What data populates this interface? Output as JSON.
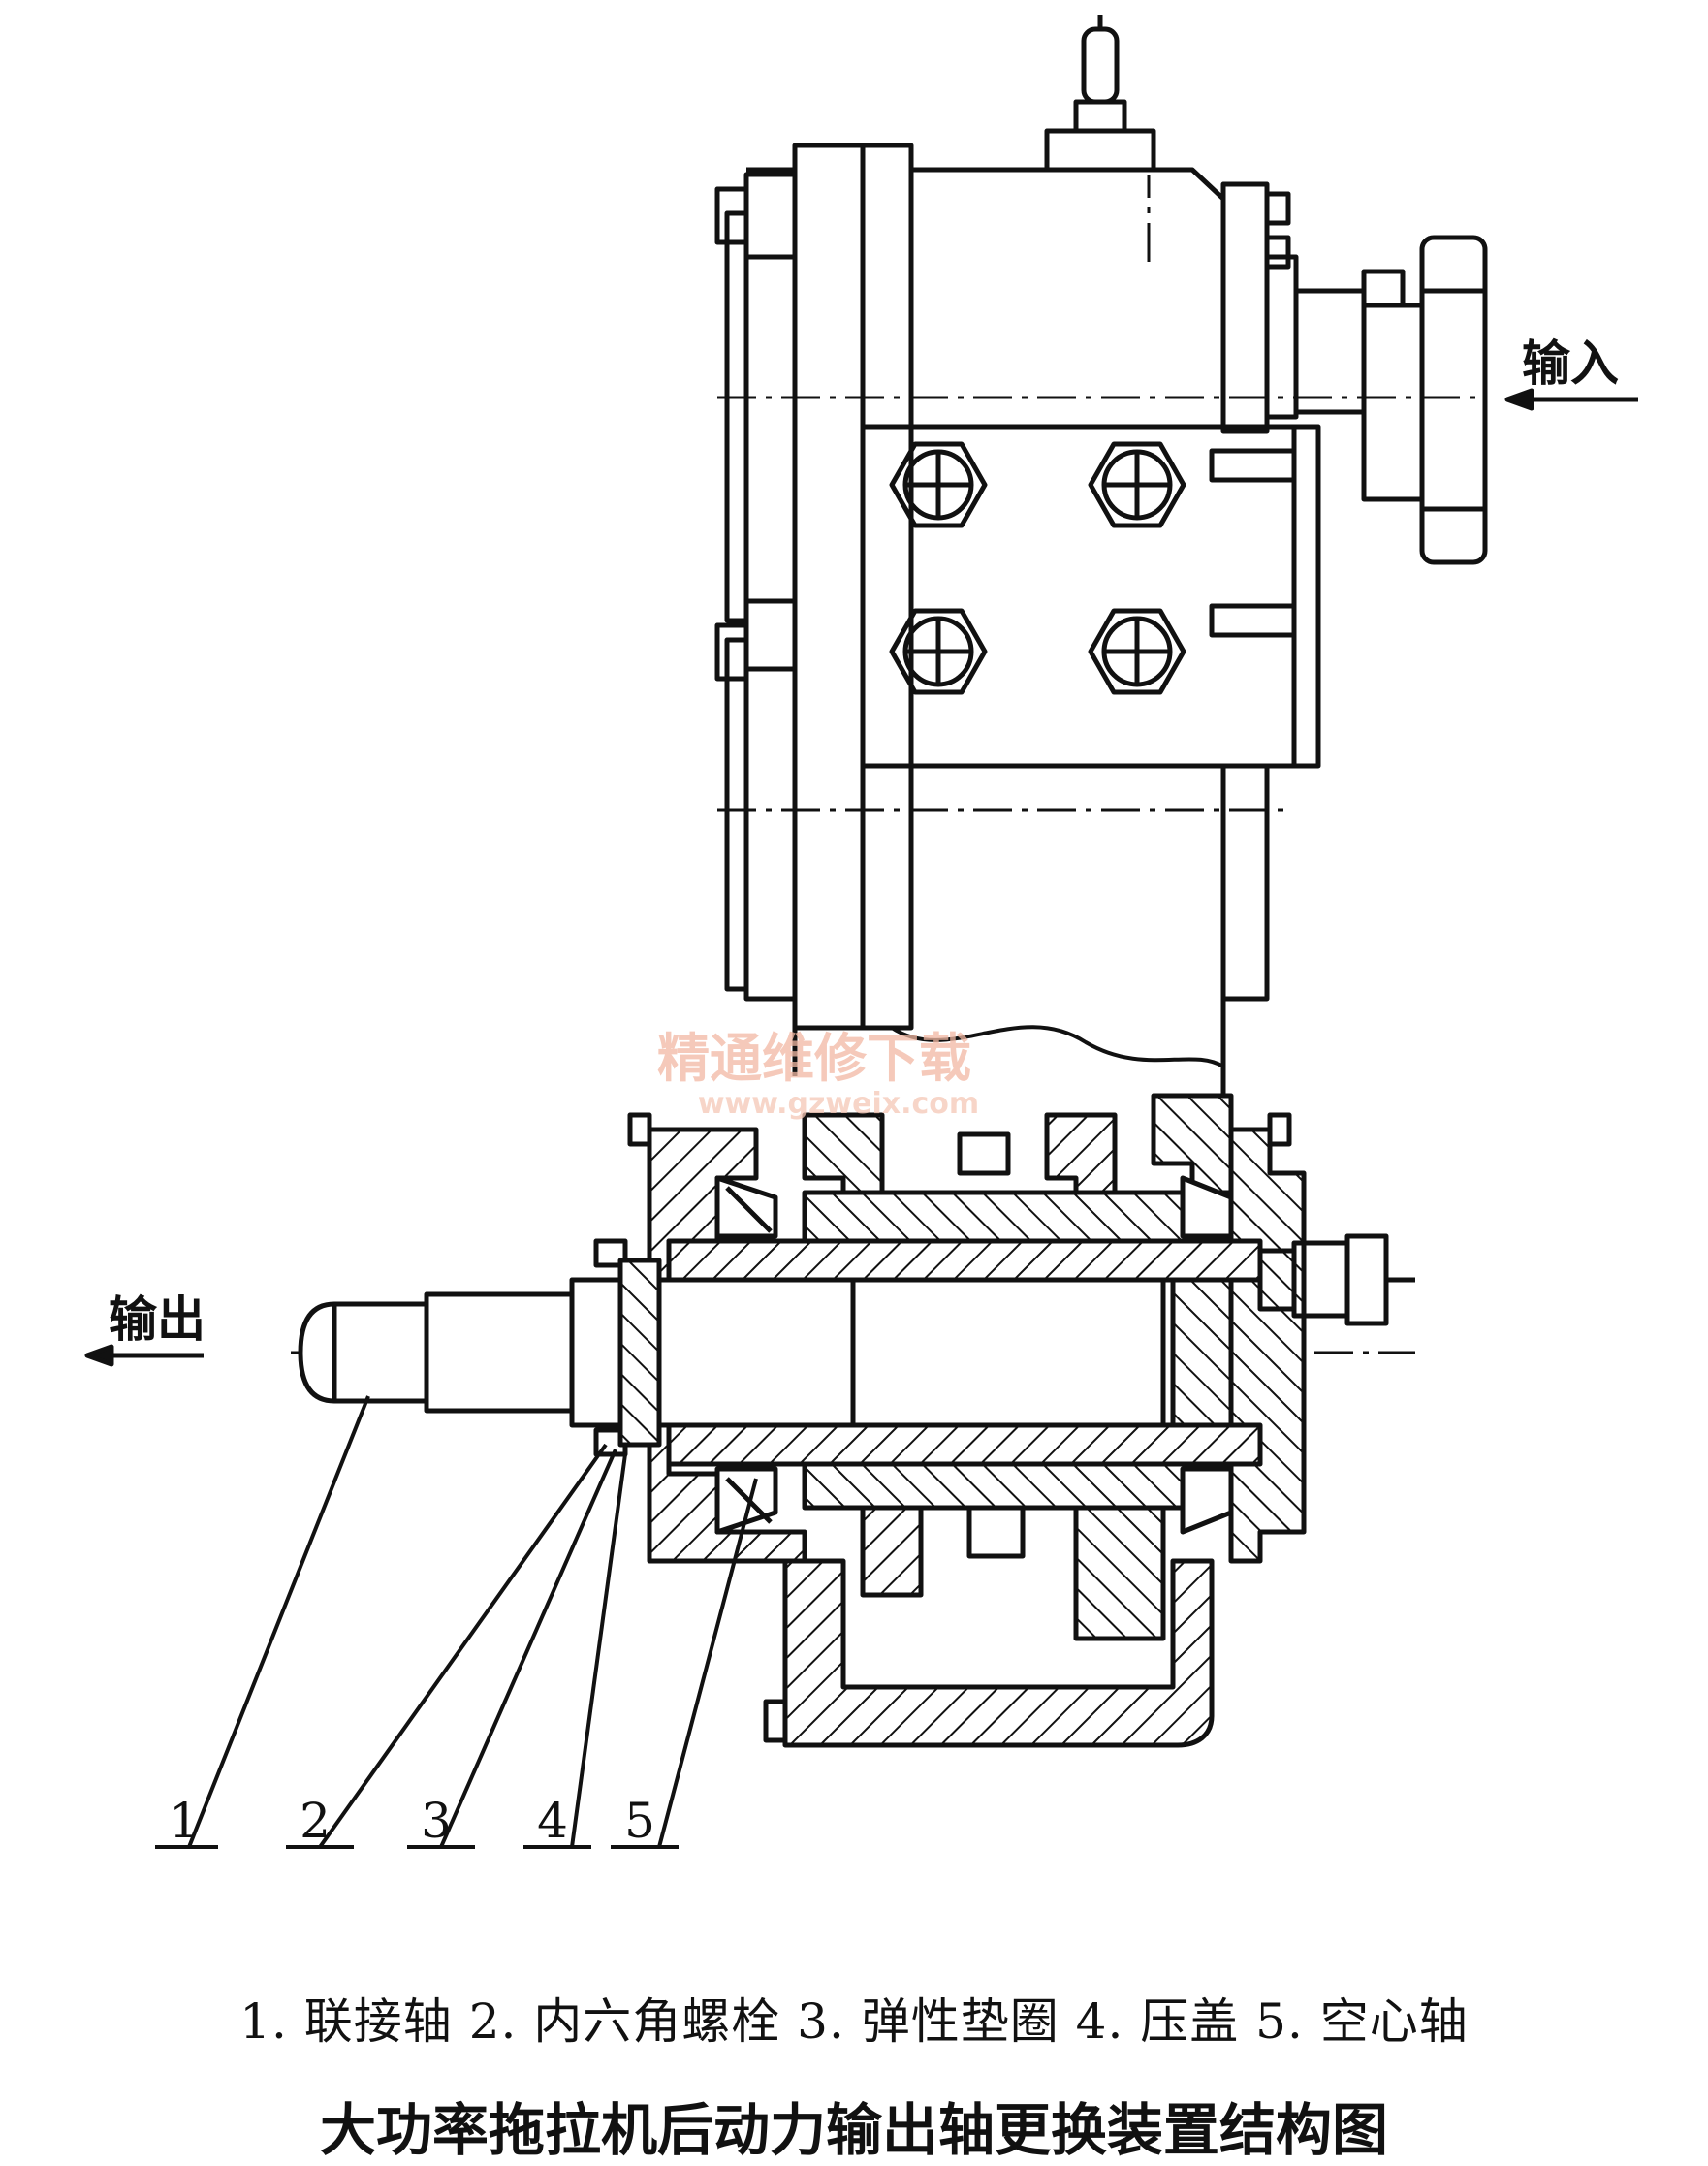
{
  "diagram": {
    "input_label": "输入",
    "output_label": "输出",
    "watermark_cn": "精通维修下载",
    "watermark_url": "www.gzweix.com",
    "callouts": [
      {
        "num": "1"
      },
      {
        "num": "2"
      },
      {
        "num": "3"
      },
      {
        "num": "4"
      },
      {
        "num": "5"
      }
    ]
  },
  "legend": "1. 联接轴 2. 内六角螺栓 3. 弹性垫圈 4. 压盖 5. 空心轴",
  "caption": "大功率拖拉机后动力输出轴更换装置结构图"
}
